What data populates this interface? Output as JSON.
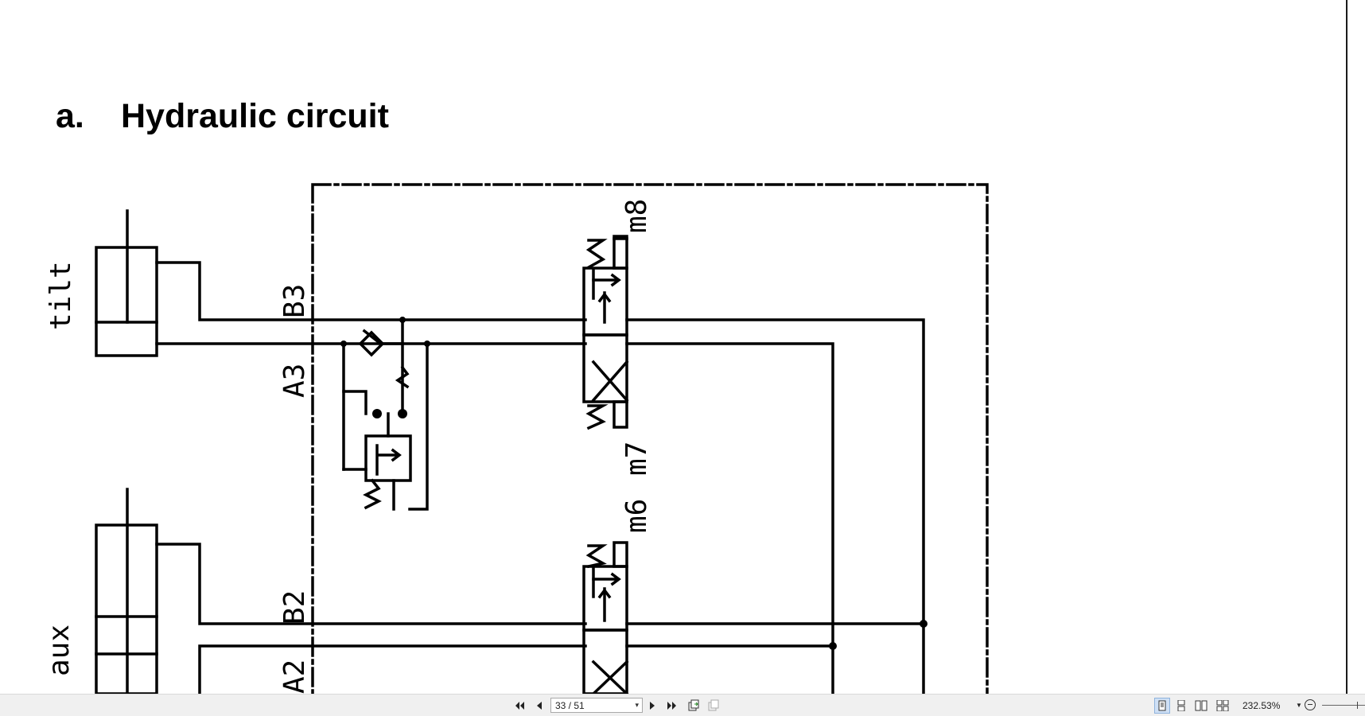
{
  "document": {
    "heading_number": "a.",
    "heading_text": "Hydraulic circuit",
    "labels": {
      "tilt": "tilt",
      "aux": "aux",
      "b3": "B3",
      "a3": "A3",
      "b2": "B2",
      "a2": "A2",
      "m8": "m8",
      "m7": "m7",
      "m6": "m6"
    }
  },
  "statusbar": {
    "page_indicator": "33 / 51",
    "zoom": "232.53%",
    "icons": [
      "first-page-icon",
      "previous-page-icon",
      "next-page-icon",
      "last-page-icon",
      "previous-view-icon",
      "next-view-icon",
      "single-page-icon",
      "continuous-icon",
      "facing-icon",
      "continuous-facing-icon",
      "zoom-out-icon"
    ],
    "active_view_mode": "single-page"
  }
}
